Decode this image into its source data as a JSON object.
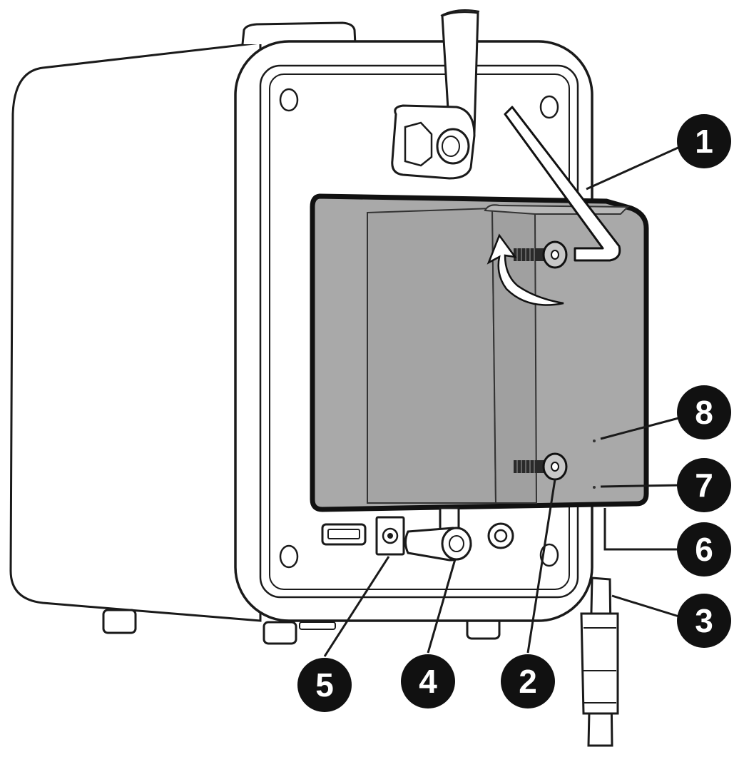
{
  "diagram": {
    "colors": {
      "line": "#1a1a1a",
      "body_fill": "#ffffff",
      "panel_fill": "#a9a9a9",
      "panel_dark": "#8f8f8f",
      "callout_fill": "#111111",
      "callout_text": "#ffffff"
    },
    "callouts": [
      {
        "id": "c1",
        "label": "1"
      },
      {
        "id": "c2",
        "label": "2"
      },
      {
        "id": "c3",
        "label": "3"
      },
      {
        "id": "c4",
        "label": "4"
      },
      {
        "id": "c5",
        "label": "5"
      },
      {
        "id": "c6",
        "label": "6"
      },
      {
        "id": "c7",
        "label": "7"
      },
      {
        "id": "c8",
        "label": "8"
      }
    ]
  }
}
